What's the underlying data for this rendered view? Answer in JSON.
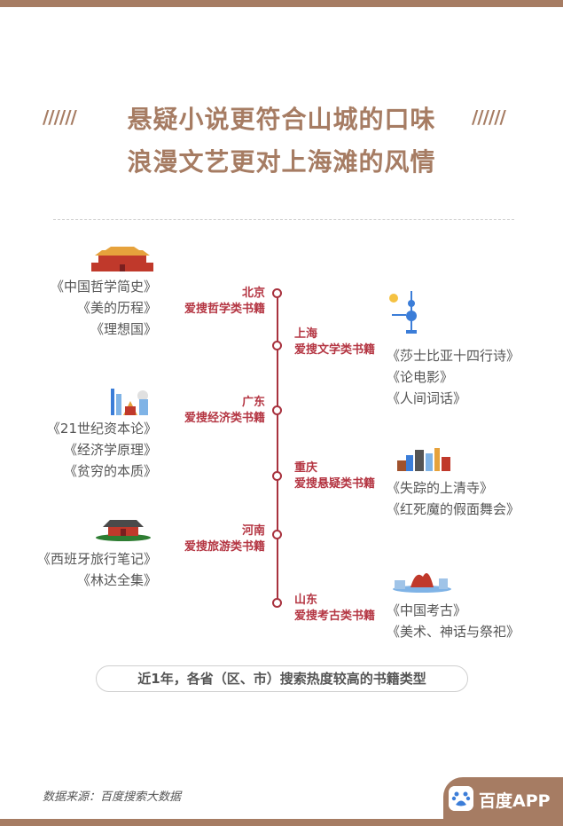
{
  "title": {
    "line1": "悬疑小说更符合山城的口味",
    "line2": "浪漫文艺更对上海滩的风情",
    "slashes": "//////"
  },
  "left": [
    {
      "region": "北京",
      "search": "爱搜哲学类书籍",
      "books": [
        "《中国哲学简史》",
        "《美的历程》",
        "《理想国》"
      ],
      "icon": "tiananmen-icon"
    },
    {
      "region": "广东",
      "search": "爱搜经济类书籍",
      "books": [
        "《21世纪资本论》",
        "《经济学原理》",
        "《贫穷的本质》"
      ],
      "icon": "guangzhou-skyline-icon"
    },
    {
      "region": "河南",
      "search": "爱搜旅游类书籍",
      "books": [
        "《西班牙旅行笔记》",
        "《林达全集》"
      ],
      "icon": "henan-temple-icon"
    }
  ],
  "right": [
    {
      "region": "上海",
      "search": "爱搜文学类书籍",
      "books": [
        "《莎士比亚十四行诗》",
        "《论电影》",
        "《人间词话》"
      ],
      "icon": "oriental-pearl-tower-icon"
    },
    {
      "region": "重庆",
      "search": "爱搜悬疑类书籍",
      "books": [
        "《失踪的上清寺》",
        "《红死魔的假面舞会》"
      ],
      "icon": "chongqing-skyline-icon"
    },
    {
      "region": "山东",
      "search": "爱搜考古类书籍",
      "books": [
        "《中国考古》",
        "《美术、神话与祭祀》"
      ],
      "icon": "shandong-sculpture-icon"
    }
  ],
  "caption": "近1年，各省（区、市）搜索热度较高的书籍类型",
  "source": "数据来源：百度搜索大数据",
  "brand": {
    "name": "百度APP",
    "icon": "baidu-paw-icon"
  },
  "colors": {
    "accent": "#a67c63",
    "line": "#a8323e",
    "region_text": "#b43542",
    "body_text": "#555555"
  }
}
